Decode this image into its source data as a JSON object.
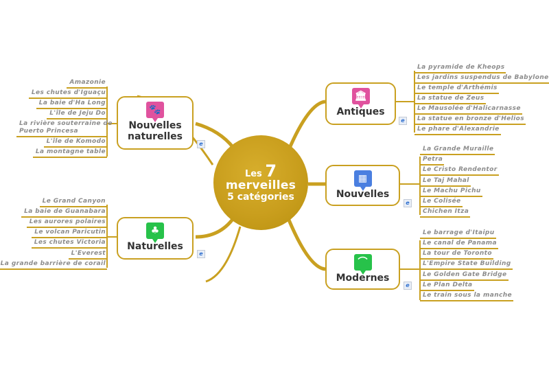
{
  "central": {
    "line1": "Les",
    "number": "7",
    "line2": "merveilles",
    "line3": "5 catégories"
  },
  "colors": {
    "branch": "#c9a020",
    "center": "#c99e1d",
    "leaf_text": "#8c8c8c"
  },
  "topics": {
    "antiques": {
      "label": "Antiques",
      "icon": "temple-icon",
      "items": [
        "La pyramide de Kheops",
        "Les jardins suspendus de Babylone",
        "Le temple d'Arthémis",
        "La statue de Zeus",
        "Le Mausolée d'Halicarnasse",
        "La statue en bronze d'Helios",
        "Le phare d'Alexandrie"
      ]
    },
    "nouvelles": {
      "label": "Nouvelles",
      "icon": "stadium-icon",
      "items": [
        "La Grande Muraille",
        "Petra",
        "Le Cristo Rendentor",
        "Le Taj Mahal",
        "Le Machu Pichu",
        "Le Colisée",
        "Chichen Itza"
      ]
    },
    "modernes": {
      "label": "Modernes",
      "icon": "bridge-icon",
      "items": [
        "Le barrage d'Itaipu",
        "Le canal de Panama",
        "La tour de Toronto",
        "L'Empire State Building",
        "Le Golden Gate Bridge",
        "Le Plan Delta",
        "Le train sous la manche"
      ]
    },
    "nouvelles_naturelles": {
      "label_line1": "Nouvelles",
      "label_line2": "naturelles",
      "icon": "paw-icon",
      "items": [
        "Amazonie",
        "Les chutes d'Iguaçu",
        "La baie d'Ha Long",
        "L'île de Jeju Do",
        "La rivière souterraine de",
        "Puerto Princesa",
        "L'île de Komodo",
        "La montagne table"
      ]
    },
    "naturelles": {
      "label": "Naturelles",
      "icon": "trees-icon",
      "items": [
        "Le Grand Canyon",
        "La baie de Guanabara",
        "Les aurores polaires",
        "Le volcan Paricutin",
        "Les chutes Victoria",
        "L'Everest",
        "La grande barrière de corail"
      ]
    }
  }
}
